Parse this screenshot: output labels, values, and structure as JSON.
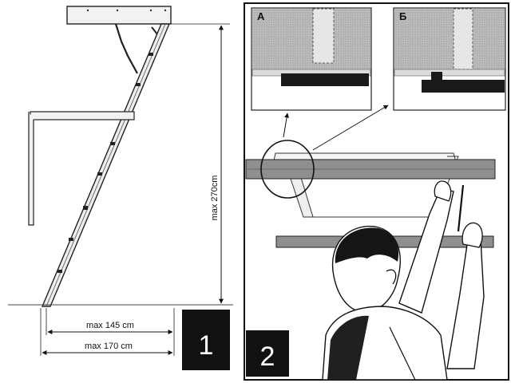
{
  "panel1": {
    "number": "1",
    "height_label": "max 270cm",
    "depth_short_label": "max 145 cm",
    "depth_long_label": "max 170 cm"
  },
  "panel2": {
    "number": "2",
    "inset_a_label": "А",
    "inset_b_label": "Б"
  }
}
